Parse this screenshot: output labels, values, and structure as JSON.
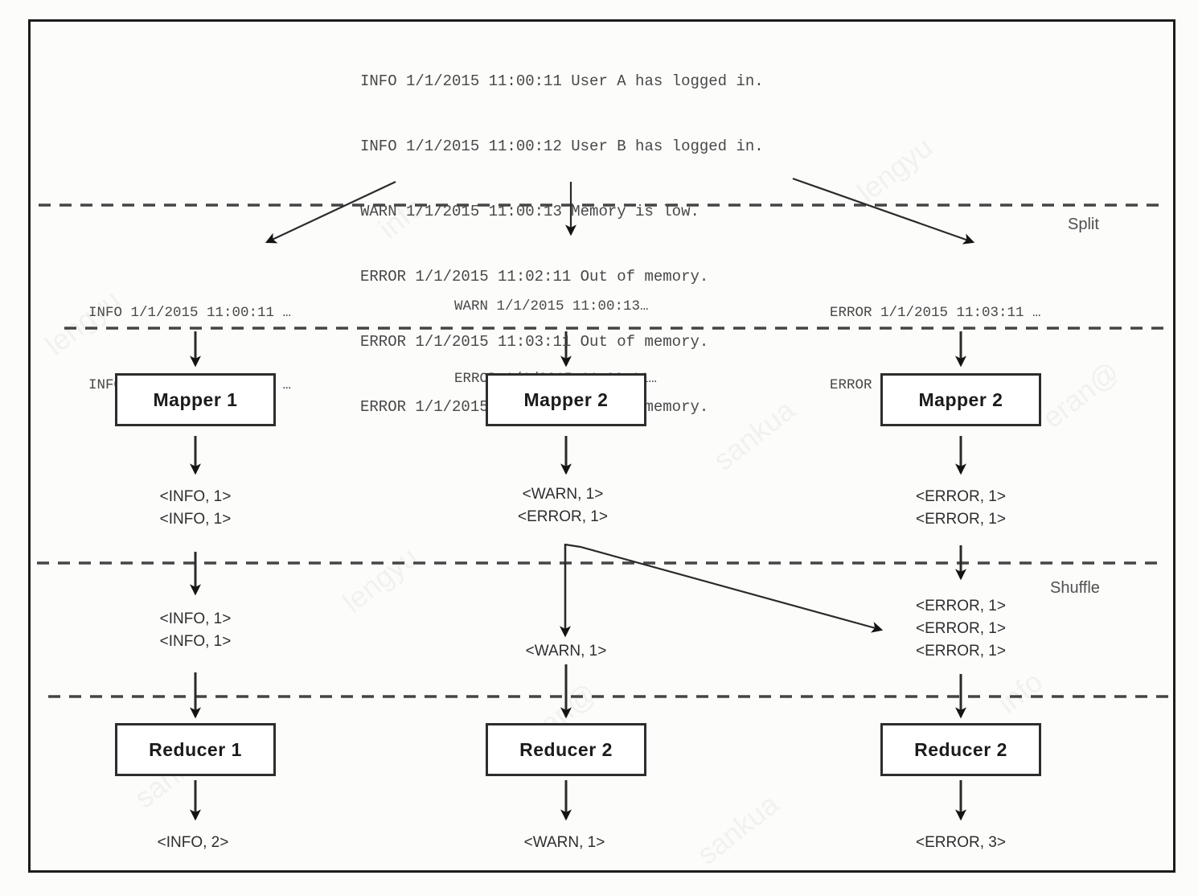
{
  "source_log": {
    "lines": [
      "INFO 1/1/2015 11:00:11 User A has logged in.",
      "INFO 1/1/2015 11:00:12 User B has logged in.",
      "WARN 1/1/2015 11:00:13 Memory is low.",
      "ERROR 1/1/2015 11:02:11 Out of memory.",
      "ERROR 1/1/2015 11:03:11 Out of memory.",
      "ERROR 1/1/2015 11:03:11 Out of memory."
    ]
  },
  "phase_labels": {
    "split": "Split",
    "shuffle": "Shuffle"
  },
  "splits": [
    {
      "lines": [
        "INFO 1/1/2015 11:00:11 …",
        "INFO 1/1/2015 11:00:12 …"
      ]
    },
    {
      "lines": [
        "WARN 1/1/2015 11:00:13…",
        "ERROR 1/1/2015 11:02:11…"
      ]
    },
    {
      "lines": [
        "ERROR 1/1/2015 11:03:11 …",
        "ERROR 1/1/2015 11:03:11 …"
      ]
    }
  ],
  "mappers": [
    {
      "label": "Mapper 1"
    },
    {
      "label": "Mapper 2"
    },
    {
      "label": "Mapper 2"
    }
  ],
  "map_outputs": [
    {
      "pairs": [
        "<INFO, 1>",
        "<INFO, 1>"
      ]
    },
    {
      "pairs": [
        "<WARN, 1>",
        "<ERROR, 1>"
      ]
    },
    {
      "pairs": [
        "<ERROR, 1>",
        "<ERROR, 1>"
      ]
    }
  ],
  "shuffle_outputs": [
    {
      "pairs": [
        "<INFO, 1>",
        "<INFO, 1>"
      ]
    },
    {
      "pairs": [
        "<WARN, 1>"
      ]
    },
    {
      "pairs": [
        "<ERROR, 1>",
        "<ERROR, 1>",
        "<ERROR, 1>"
      ]
    }
  ],
  "reducers": [
    {
      "label": "Reducer 1"
    },
    {
      "label": "Reducer 2"
    },
    {
      "label": "Reducer 2"
    }
  ],
  "reduce_outputs": [
    "<INFO, 2>",
    "<WARN, 1>",
    "<ERROR, 3>"
  ],
  "watermark": {
    "lines": [
      "lengyu",
      "eran@",
      "sankua",
      "info"
    ]
  },
  "colors": {
    "line": "#2a2a2a",
    "dashed": "#454545",
    "box_border": "#2d2d2d",
    "text": "#2e2e2e"
  }
}
